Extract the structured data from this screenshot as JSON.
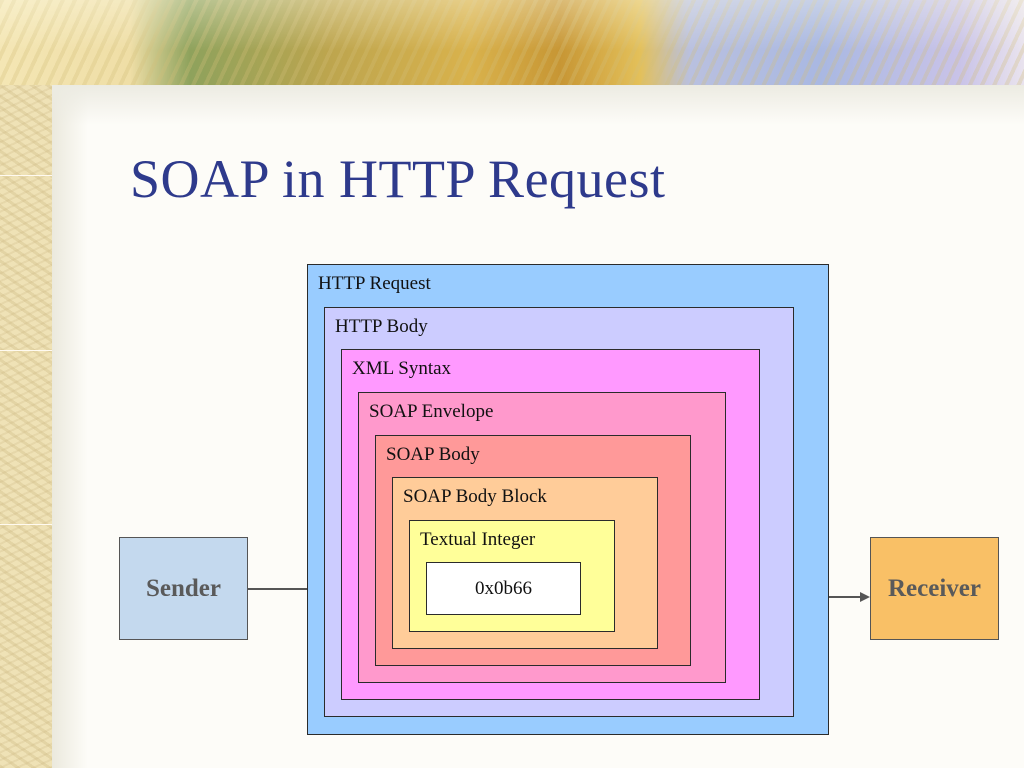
{
  "slide": {
    "title": "SOAP in HTTP Request"
  },
  "diagram": {
    "layers": [
      {
        "label": "HTTP Request",
        "color": "#99ccff"
      },
      {
        "label": "HTTP Body",
        "color": "#ccccff"
      },
      {
        "label": "XML Syntax",
        "color": "#ff99ff"
      },
      {
        "label": "SOAP Envelope",
        "color": "#ff99cc"
      },
      {
        "label": "SOAP Body",
        "color": "#ff9999"
      },
      {
        "label": "SOAP Body Block",
        "color": "#ffcc99"
      },
      {
        "label": "Textual Integer",
        "color": "#ffff99"
      }
    ],
    "value": "0x0b66",
    "sender": {
      "label": "Sender",
      "color": "#c4d9ee"
    },
    "receiver": {
      "label": "Receiver",
      "color": "#f9c066"
    }
  }
}
